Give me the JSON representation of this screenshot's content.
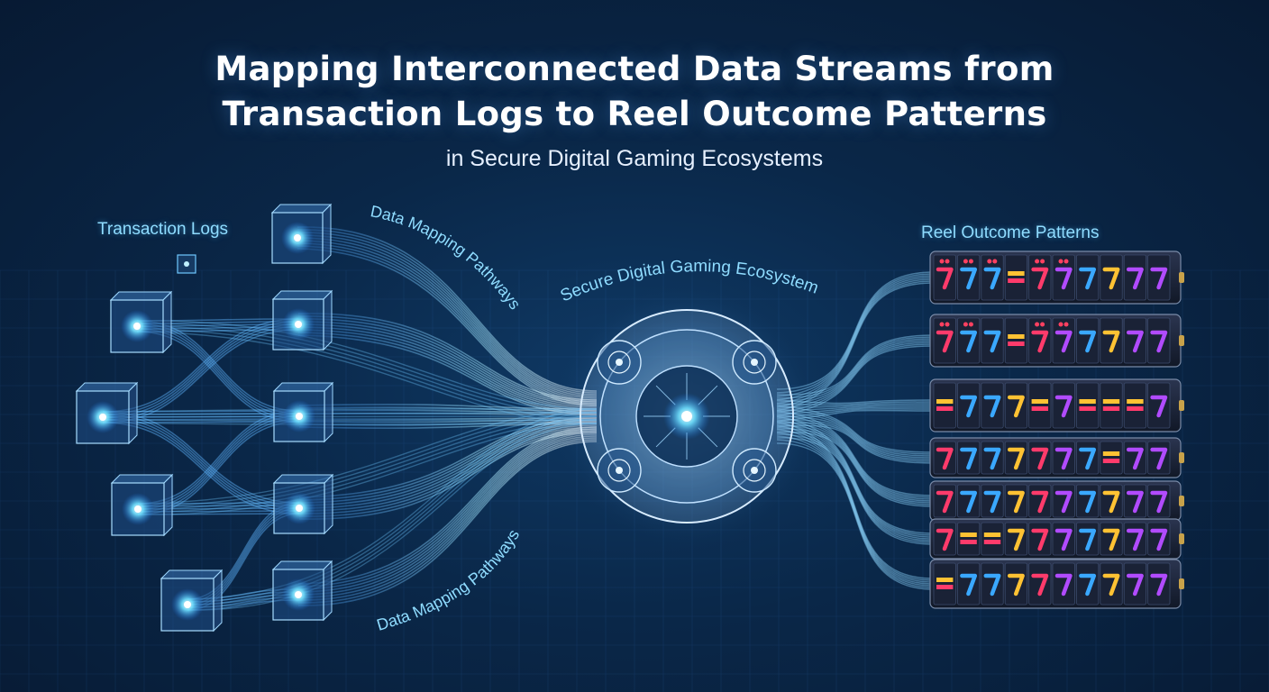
{
  "title": {
    "line1": "Mapping Interconnected Data Streams from",
    "line2": "Transaction Logs to Reel Outcome Patterns",
    "subtitle": "in Secure Digital Gaming Ecosystems"
  },
  "labels": {
    "transaction_logs": "Transaction Logs",
    "reel_outcome_patterns": "Reel Outcome Patterns",
    "data_mapping_top": "Data Mapping Pathways",
    "data_mapping_bottom": "Data Mapping Pathways",
    "secure_ecosystem": "Secure Digital Gaming Ecosystem"
  },
  "reels": [
    [
      "cherry-seven",
      "cherry-seven",
      "cherry-seven",
      "bar",
      "cherry-seven",
      "cherry-seven",
      "seven",
      "seven",
      "seven",
      "seven"
    ],
    [
      "cherry-seven",
      "cherry-seven",
      "seven",
      "bar",
      "cherry-seven",
      "cherry-seven",
      "seven",
      "seven",
      "seven",
      "seven"
    ],
    [
      "bar",
      "seven",
      "seven",
      "seven",
      "bar",
      "seven",
      "bar",
      "bar",
      "bar",
      "seven"
    ],
    [
      "seven",
      "seven",
      "seven",
      "seven",
      "seven",
      "seven",
      "seven",
      "bar",
      "seven",
      "seven"
    ],
    [
      "seven",
      "seven",
      "seven",
      "seven",
      "seven",
      "seven",
      "seven",
      "seven",
      "seven",
      "seven"
    ],
    [
      "seven",
      "bar",
      "bar",
      "seven",
      "seven",
      "seven",
      "seven",
      "seven",
      "seven",
      "seven"
    ],
    [
      "bar",
      "seven",
      "seven",
      "seven",
      "seven",
      "seven",
      "seven",
      "seven",
      "seven",
      "seven"
    ]
  ],
  "colors": {
    "background": "#0a2748",
    "stream": "#6fc8ff",
    "node_core": "#9fe6ff",
    "label": "#8fdcff",
    "reel_red": "#ff3b6b",
    "reel_blue": "#3aa8ff",
    "reel_yellow": "#ffc233",
    "reel_purple": "#b14bff"
  }
}
